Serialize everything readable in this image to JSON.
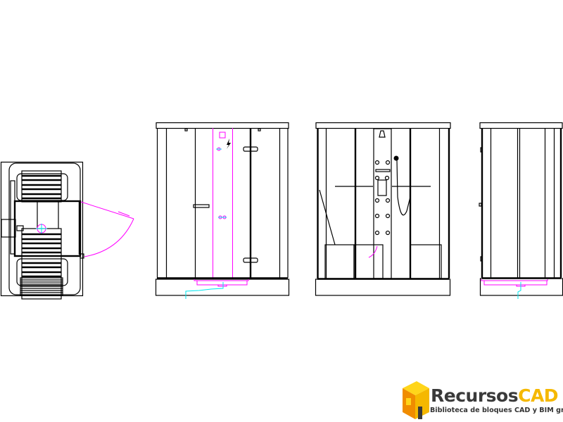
{
  "drawing": {
    "views": [
      "plan",
      "front-elevation",
      "rear-elevation",
      "side-elevation"
    ],
    "colors": {
      "lines": "#000000",
      "door-swing": "#ff00ff",
      "plumbing": "#00e5ee"
    }
  },
  "logo": {
    "name_part1": "Recursos",
    "name_part2": "CAD",
    "tagline": "Biblioteca de bloques CAD y BIM gratuita",
    "colors": {
      "dark": "#3a3a3a",
      "accent": "#f5b800",
      "orange": "#f08c00"
    }
  }
}
